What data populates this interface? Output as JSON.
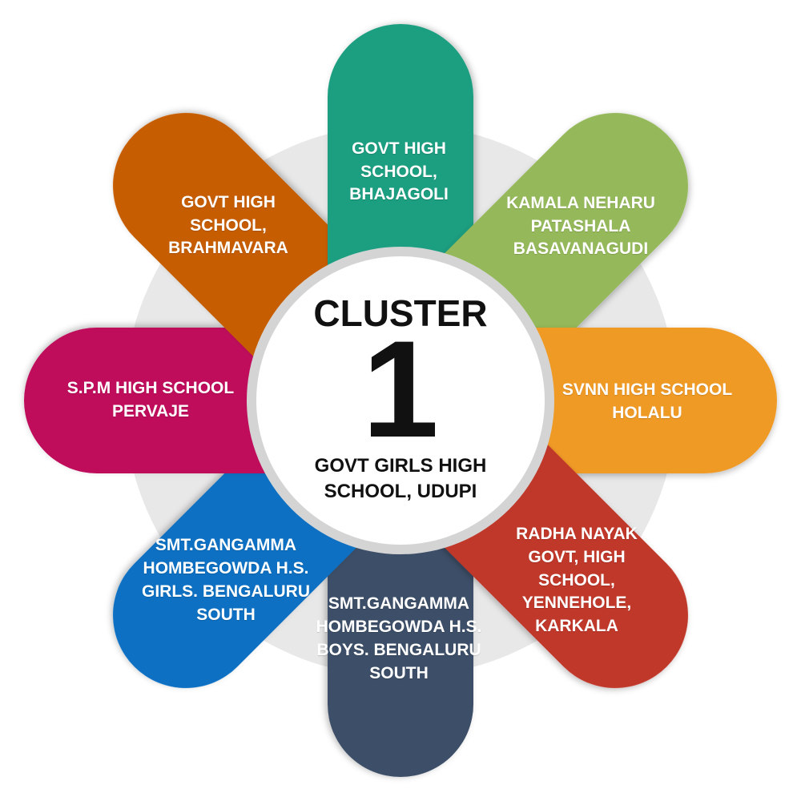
{
  "diagram": {
    "center": {
      "title": "CLUSTER",
      "number": "1",
      "name": "GOVT GIRLS HIGH\nSCHOOL, UDUPI"
    },
    "petals": [
      {
        "id": "top",
        "label": "GOVT HIGH\nSCHOOL,\nBHAJAGOLI",
        "color": "#1a9e80"
      },
      {
        "id": "top-right",
        "label": "KAMALA NEHARU\nPATASHALA\nBASAVANAGUDI",
        "color": "#95b95a"
      },
      {
        "id": "right",
        "label": "SVNN HIGH SCHOOL\nHOLALU",
        "color": "#f09a26"
      },
      {
        "id": "bottom-right",
        "label": "RADHA NAYAK\nGOVT, HIGH\nSCHOOL, YENNEHOLE,\nKARKALA",
        "color": "#c0392b"
      },
      {
        "id": "bottom",
        "label": "SMT.GANGAMMA\nHOMBEGOWDA H.S.\nBOYS. BENGALURU\nSOUTH",
        "color": "#3e5068"
      },
      {
        "id": "bottom-left",
        "label": "SMT.GANGAMMA\nHOMBEGOWDA H.S.\nGIRLS. BENGALURU\nSOUTH",
        "color": "#0a6fc2"
      },
      {
        "id": "left",
        "label": "S.P.M HIGH SCHOOL\nPERVAJE",
        "color": "#bf0a5c"
      },
      {
        "id": "top-left",
        "label": "GOVT HIGH\nSCHOOL, BRAHMAVARA",
        "color": "#c65d00"
      }
    ],
    "colors": {
      "background_disc": "#e8e8e8",
      "center_fill": "#ffffff",
      "center_ring": "#d4d4d4"
    }
  }
}
